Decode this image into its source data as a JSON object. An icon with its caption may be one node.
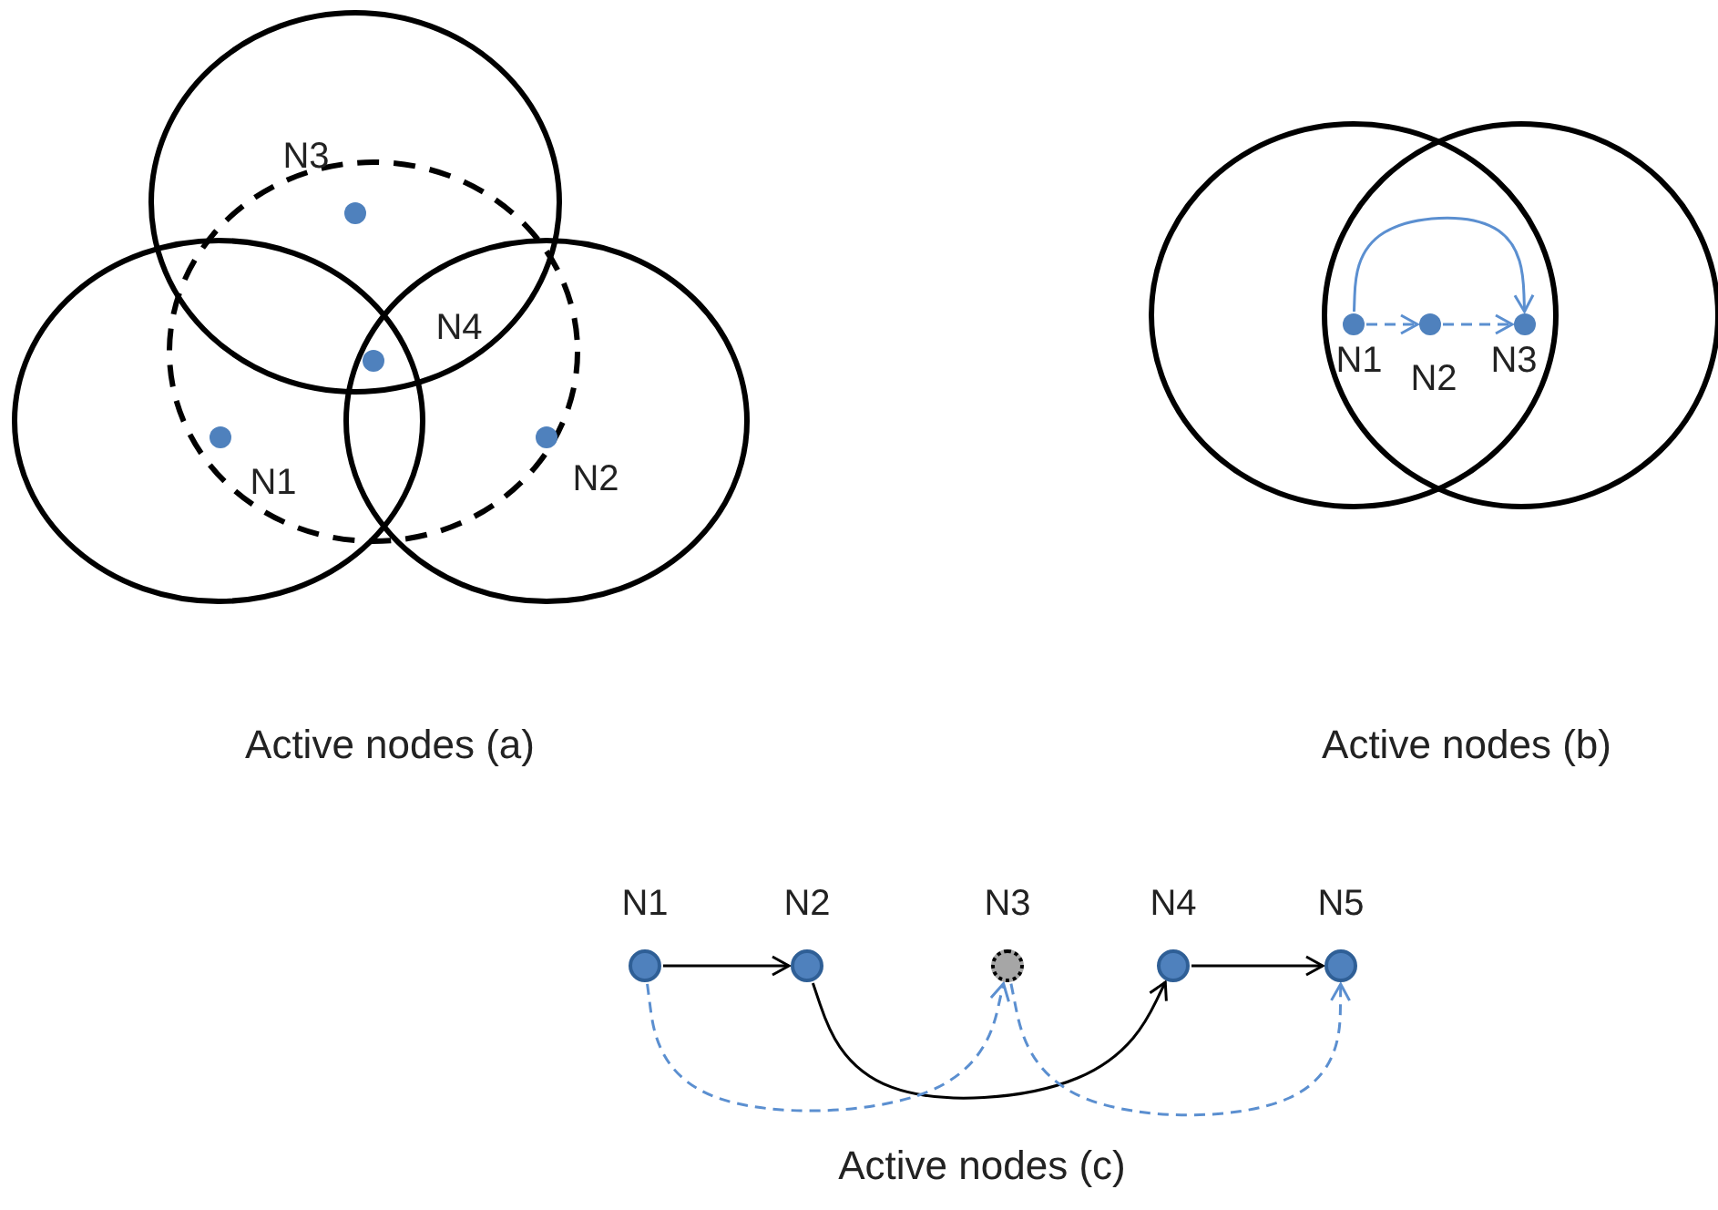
{
  "diagram": {
    "nodes": [
      {
        "text": [
          "N3"
        ]
      },
      {
        "text": [
          "N4"
        ]
      },
      {
        "text": [
          "N1"
        ]
      },
      {
        "text": [
          "N2"
        ]
      },
      {
        "text": [
          "N1"
        ]
      },
      {
        "text": [
          "N2"
        ]
      },
      {
        "text": [
          "N3"
        ]
      },
      {
        "text": [
          "N1"
        ]
      },
      {
        "text": [
          "N2"
        ]
      },
      {
        "text": [
          "N3"
        ]
      },
      {
        "text": [
          "N4"
        ]
      },
      {
        "text": [
          "N5"
        ]
      }
    ],
    "edges": [
      {
        "from": 4,
        "to": 5,
        "arrow": "to",
        "style": "dashed"
      },
      {
        "from": 5,
        "to": 6,
        "arrow": "to",
        "style": "dashed"
      },
      {
        "from": 4,
        "to": 6,
        "arrow": "to"
      },
      {
        "from": 7,
        "to": 8,
        "arrow": "to",
        "color": "#000000"
      },
      {
        "from": 8,
        "to": 10,
        "arrow": "to",
        "color": "#000000"
      },
      {
        "from": 10,
        "to": 11,
        "arrow": "to",
        "color": "#000000"
      },
      {
        "from": 7,
        "to": 9,
        "arrow": "to",
        "style": "dashed"
      },
      {
        "from": 9,
        "to": 11,
        "arrow": "to",
        "style": "dashed"
      }
    ],
    "labels": [
      "Active nodes (a)",
      "Active nodes (b)",
      "Active nodes (c)"
    ]
  }
}
